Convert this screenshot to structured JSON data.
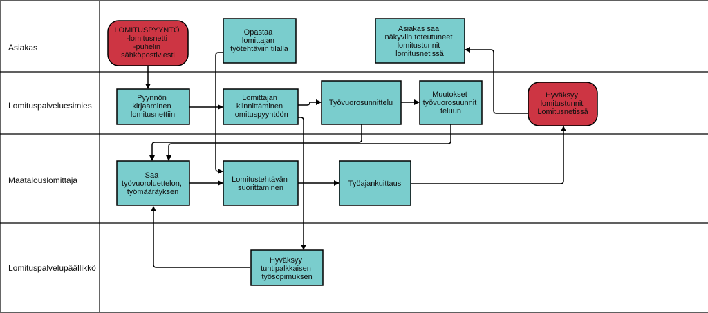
{
  "colors": {
    "process_fill": "#7acdcd",
    "event_fill": "#cd3543",
    "stroke": "#000000",
    "background": "#ffffff"
  },
  "lanes": [
    {
      "id": "asiakas",
      "label": "Asiakas"
    },
    {
      "id": "esimies",
      "label": "Lomituspalveluesimies"
    },
    {
      "id": "lomittaja",
      "label": "Maatalouslomittaja"
    },
    {
      "id": "paallikko",
      "label": "Lomituspalvelupäällikkö"
    }
  ],
  "nodes": [
    {
      "id": "n1",
      "type": "event",
      "lines": [
        "LOMITUSPYYNTÖ",
        "-lomitusnetti",
        "-puhelin",
        "sähköpostiviesti"
      ]
    },
    {
      "id": "n2",
      "type": "process",
      "lines": [
        "Opastaa",
        "lomittajan",
        "työtehtäviin tilalla"
      ]
    },
    {
      "id": "n3",
      "type": "process",
      "lines": [
        "Asiakas saa",
        "näkyviin toteutuneet",
        "lomitustunnit",
        "lomitusnetissä"
      ]
    },
    {
      "id": "n4",
      "type": "process",
      "lines": [
        "Pyynnön",
        "kirjaaminen",
        "lomitusnettiin"
      ]
    },
    {
      "id": "n5",
      "type": "process",
      "lines": [
        "Lomittajan",
        "kiinnittäminen",
        "lomituspyyntöön"
      ]
    },
    {
      "id": "n6",
      "type": "process",
      "lines": [
        "Työvuorosunnittelu"
      ]
    },
    {
      "id": "n7",
      "type": "process",
      "lines": [
        "Muutokset",
        "työvuorosuunnit",
        "teluun"
      ]
    },
    {
      "id": "n8",
      "type": "event",
      "lines": [
        "Hyväksyy",
        "lomitustunnit",
        "Lomitusnetissä"
      ]
    },
    {
      "id": "n9",
      "type": "process",
      "lines": [
        "Saa",
        "työvuoroluettelon,",
        "työmääräyksen"
      ]
    },
    {
      "id": "n10",
      "type": "process",
      "lines": [
        "Lomitustehtävän",
        "suorittaminen"
      ]
    },
    {
      "id": "n11",
      "type": "process",
      "lines": [
        "Työajankuittaus"
      ]
    },
    {
      "id": "n12",
      "type": "process",
      "lines": [
        "Hyväksyy",
        "tuntipalkkaisen",
        "työsopimuksen"
      ]
    }
  ],
  "edges": [
    {
      "from": "n1",
      "to": "n4"
    },
    {
      "from": "n4",
      "to": "n5"
    },
    {
      "from": "n5",
      "to": "n6"
    },
    {
      "from": "n6",
      "to": "n7"
    },
    {
      "from": "n6",
      "to": "n9"
    },
    {
      "from": "n7",
      "to": "n9"
    },
    {
      "from": "n5",
      "to": "n12"
    },
    {
      "from": "n12",
      "to": "n9"
    },
    {
      "from": "n9",
      "to": "n10"
    },
    {
      "from": "n2",
      "to": "n10"
    },
    {
      "from": "n10",
      "to": "n11"
    },
    {
      "from": "n11",
      "to": "n8"
    },
    {
      "from": "n8",
      "to": "n3"
    }
  ]
}
